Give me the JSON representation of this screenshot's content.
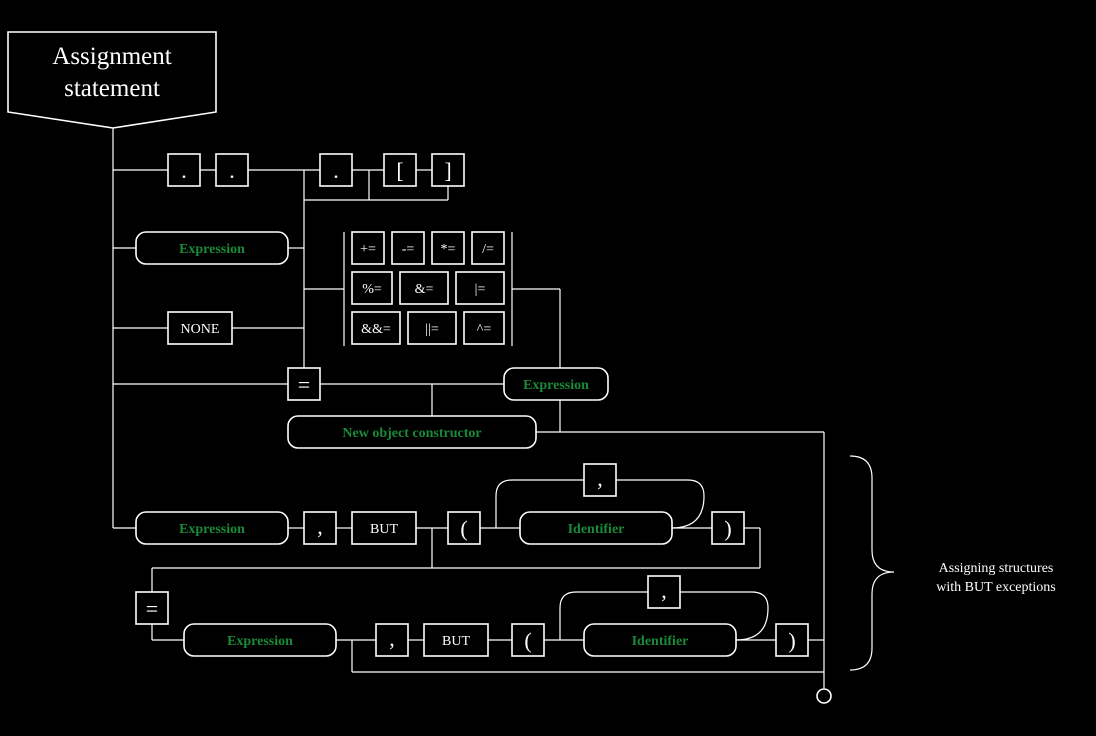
{
  "title": [
    "Assignment",
    "statement"
  ],
  "dot": ".",
  "lbracket": "[",
  "rbracket": "]",
  "expression": "Expression",
  "none": "NONE",
  "operators": {
    "row1": [
      "+=",
      "-=",
      "*=",
      "/="
    ],
    "row2": [
      "%=",
      "&=",
      "|="
    ],
    "row3": [
      "&&=",
      "||=",
      "^="
    ]
  },
  "eq": "=",
  "new_object_constructor": "New object constructor",
  "comma": ",",
  "but": "BUT",
  "lparen": "(",
  "rparen": ")",
  "identifier": "Identifier",
  "note": [
    "Assigning structures",
    "with BUT exceptions"
  ]
}
